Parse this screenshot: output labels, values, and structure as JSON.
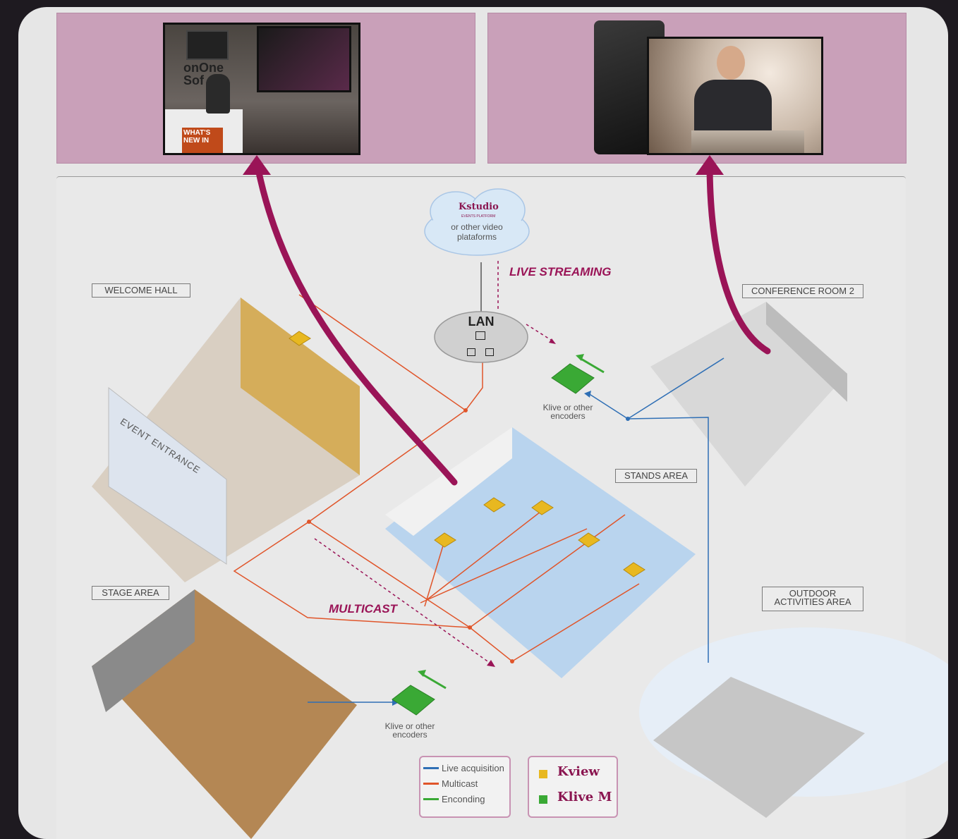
{
  "panels": {
    "left_photo_text": "onOne Sof",
    "left_banner": "WHAT'S NEW IN"
  },
  "cloud": {
    "logo": "Kstudio",
    "logo_sub": "EVENTS PLATFORM",
    "line1": "or other video",
    "line2": "plataforms"
  },
  "labels": {
    "live_streaming": "LIVE STREAMING",
    "lan": "LAN",
    "multicast": "MULTICAST",
    "encoders_top_1": "Klive or other",
    "encoders_top_2": "encoders",
    "encoders_bottom_1": "Klive or other",
    "encoders_bottom_2": "encoders"
  },
  "zones": {
    "welcome_hall": "WELCOME HALL",
    "conference_room_2": "CONFERENCE ROOM 2",
    "stands_area": "STANDS AREA",
    "stage_area": "STAGE AREA",
    "outdoor_1": "OUTDOOR",
    "outdoor_2": "ACTIVITIES AREA",
    "event_entrance": "EVENT ENTRANCE"
  },
  "legend": {
    "lines": [
      {
        "label": "Live acquisition",
        "color": "#2f6fb5"
      },
      {
        "label": "Multicast",
        "color": "#e0552a"
      },
      {
        "label": "Enconding",
        "color": "#3aa935"
      }
    ],
    "products": [
      {
        "name": "Kview",
        "color": "#e8b820"
      },
      {
        "name": "Klive M",
        "color": "#3aa935"
      }
    ]
  },
  "colors": {
    "accent": "#9a1457",
    "panel_bg": "#c9a0b9",
    "live_acquisition": "#2f6fb5",
    "multicast": "#e0552a",
    "encoding": "#3aa935"
  }
}
